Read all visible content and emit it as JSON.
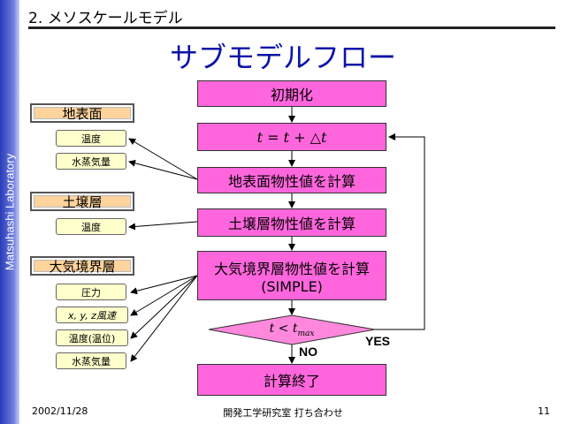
{
  "side_label": "Matsuhashi Laboratory",
  "header": "2. メソスケールモデル",
  "title": "サブモデルフロー",
  "categories": [
    {
      "label": "地表面",
      "items": [
        "温度",
        "水蒸気量"
      ]
    },
    {
      "label": "土壌層",
      "items": [
        "温度"
      ]
    },
    {
      "label": "大気境界層",
      "items": [
        "圧力",
        "x, y, z風速",
        "温度(温位)",
        "水蒸気量"
      ]
    }
  ],
  "flow": {
    "init": "初期化",
    "time_step": "t = t + △t",
    "surface_calc": "地表面物性値を計算",
    "soil_calc": "土壌層物性値を計算",
    "abl_calc_line1": "大気境界層物性値を計算",
    "abl_calc_line2": "(SIMPLE)",
    "decision": "t < t",
    "decision_sub": "max",
    "yes": "YES",
    "no": "NO",
    "end": "計算終了"
  },
  "footer": {
    "date": "2002/11/28",
    "center": "開発工学研究室 打ち合わせ",
    "page": "11"
  }
}
